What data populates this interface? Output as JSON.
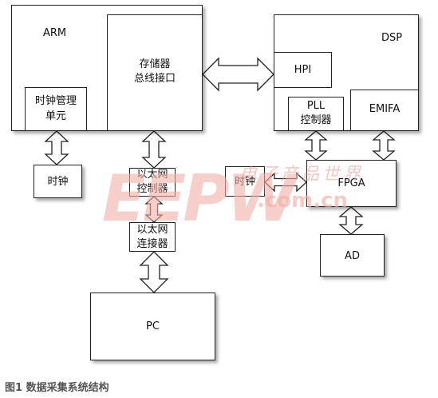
{
  "blocks": {
    "arm": "ARM",
    "memory_bus": "存储器\n总线接口",
    "clock_mgmt": "时钟管理\n单元",
    "dsp": "DSP",
    "hpi": "HPI",
    "pll": "PLL\n控制器",
    "emifa": "EMIFA",
    "clock_left": "时钟",
    "ethernet_ctrl": "以太网\n控制器",
    "ethernet_conn": "以太网\n连接器",
    "pc": "PC",
    "clock_right": "时钟",
    "fpga": "FPGA",
    "ad": "AD"
  },
  "watermark": {
    "logo": "EEPW",
    "url": ".com.cn",
    "chinese": "电子产品世界"
  },
  "caption": "图1  数据采集系统结构"
}
